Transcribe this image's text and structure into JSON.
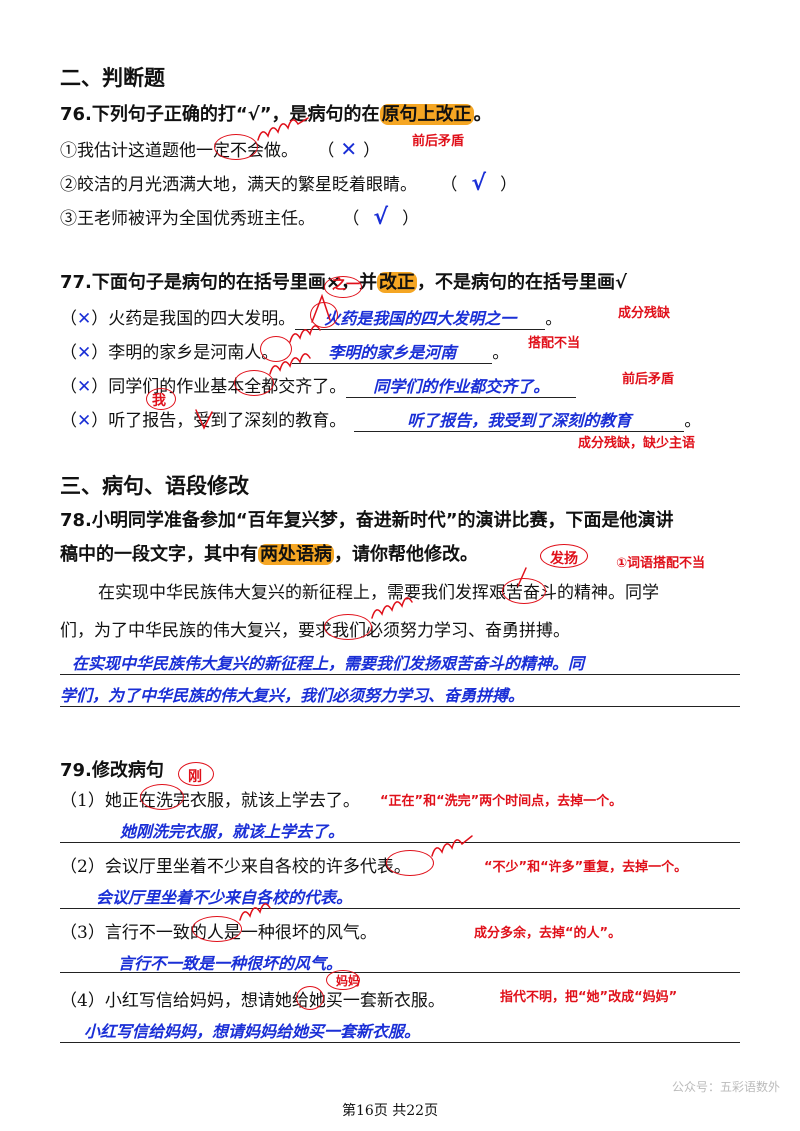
{
  "sections": {
    "s2": "二、判断题",
    "s3": "三、病句、语段修改"
  },
  "q76": {
    "title_a": "76.下列句子正确的打“√”，是病句的在",
    "title_hl": "原句上改正",
    "title_b": "。",
    "items": [
      {
        "text": "①我估计这道题他一定不会做。",
        "paren_l": "（",
        "mark": "✕",
        "paren_r": "）",
        "note": "前后矛盾"
      },
      {
        "text": "②皎洁的月光洒满大地，满天的繁星眨着眼睛。",
        "paren_l": "（",
        "mark": "√",
        "paren_r": "）"
      },
      {
        "text": "③王老师被评为全国优秀班主任。",
        "paren_l": "（",
        "mark": "√",
        "paren_r": "）"
      }
    ]
  },
  "q77": {
    "title_a": "77.下面句子是病句的在括号里画×，并",
    "title_hl": "改正",
    "title_b": "，不是病句的在括号里画√",
    "items": [
      {
        "paren_l": "（",
        "mark": "✕",
        "paren_r": "）",
        "text": "火药是我国的四大发明。",
        "answer": "火药是我国的四大发明之一",
        "end": "。",
        "note": "成分残缺",
        "insert": "之一"
      },
      {
        "paren_l": "（",
        "mark": "✕",
        "paren_r": "）",
        "text": "李明的家乡是河南人。",
        "answer": "李明的家乡是河南",
        "end": "。",
        "note": "搭配不当"
      },
      {
        "paren_l": "（",
        "mark": "✕",
        "paren_r": "）",
        "text": "同学们的作业基本全都交齐了。",
        "answer": "同学们的作业都交齐了。",
        "end": "",
        "note": "前后矛盾"
      },
      {
        "paren_l": "（",
        "mark": "✕",
        "paren_r": "）",
        "text": "听了报告，受到了深刻的教育。",
        "answer": "听了报告，我受到了深刻的教育",
        "end": "。",
        "note": "成分残缺，缺少主语",
        "insert": "我"
      }
    ]
  },
  "q78": {
    "title_l1a": "78.小明同学准备参加“百年复兴梦，奋进新时代”的演讲比赛，下面是他演讲",
    "title_l2a": "稿中的一段文字，其中有",
    "title_hl": "两处语病",
    "title_l2b": "，请你帮他修改。",
    "insert": "发扬",
    "note": "①词语搭配不当",
    "para_l1": "在实现中华民族伟大复兴的新征程上，需要我们发挥艰苦奋斗的精神。同学",
    "para_l2": "们，为了中华民族的伟大复兴，要求我们必须努力学习、奋勇拼搏。",
    "ans_l1": "在实现中华民族伟大复兴的新征程上，需要我们发扬艰苦奋斗的精神。同",
    "ans_l2": "学们，为了中华民族的伟大复兴，我们必须努力学习、奋勇拼搏。"
  },
  "q79": {
    "title": "79.修改病句",
    "items": [
      {
        "text": "（1）她正在洗完衣服，就该上学去了。",
        "note": "“正在”和“洗完”两个时间点，去掉一个。",
        "answer": "她刚洗完衣服，就该上学去了。",
        "insert": "刚"
      },
      {
        "text": "（2）会议厅里坐着不少来自各校的许多代表。",
        "note": "“不少”和“许多”重复，去掉一个。",
        "answer": "会议厅里坐着不少来自各校的代表。"
      },
      {
        "text": "（3）言行不一致的人是一种很坏的风气。",
        "note": "成分多余，去掉“的人”。",
        "answer": "言行不一致是一种很坏的风气。"
      },
      {
        "text": "（4）小红写信给妈妈，想请她给她买一套新衣服。",
        "note": "指代不明，把“她”改成“妈妈”",
        "answer": "小红写信给妈妈，想请妈妈给她买一套新衣服。",
        "insert": "妈妈"
      }
    ]
  },
  "footer": {
    "page": "第16页 共22页",
    "watermark": "公众号：五彩语数外"
  }
}
